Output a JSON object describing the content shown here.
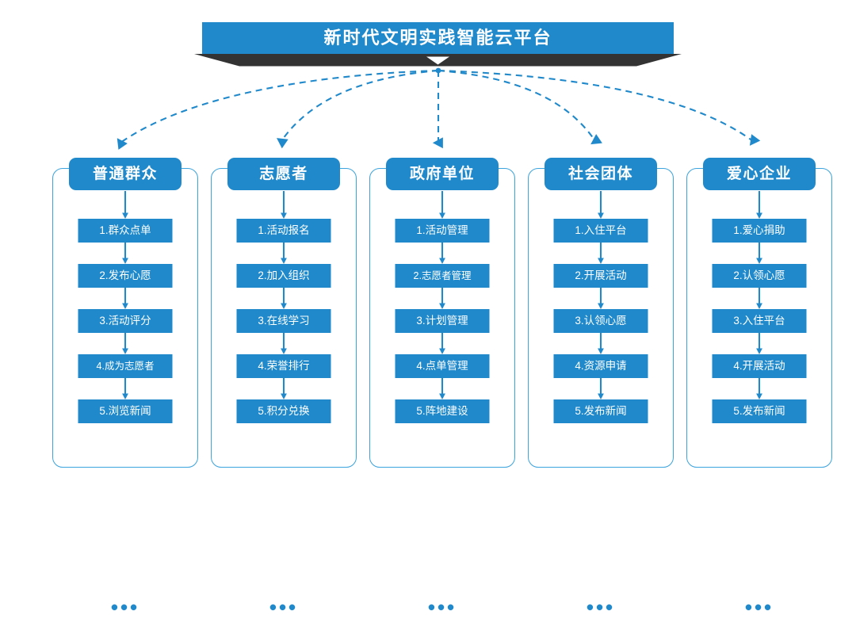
{
  "page": {
    "background_color": "#ffffff",
    "accent_color": "#1f89cb",
    "outline_color": "#3ba3dd",
    "ribbon_color": "#333333"
  },
  "banner": {
    "title": "新时代文明实践智能云平台",
    "chevron_icon": "chevron-down-icon"
  },
  "columns": [
    {
      "header": "普通群众",
      "ellipsis": "•••",
      "steps": [
        {
          "label": "1.群众点单"
        },
        {
          "label": "2.发布心愿"
        },
        {
          "label": "3.活动评分"
        },
        {
          "label": "4.成为志愿者"
        },
        {
          "label": "5.浏览新闻"
        }
      ]
    },
    {
      "header": "志愿者",
      "ellipsis": "•••",
      "steps": [
        {
          "label": "1.活动报名"
        },
        {
          "label": "2.加入组织"
        },
        {
          "label": "3.在线学习"
        },
        {
          "label": "4.荣誉排行"
        },
        {
          "label": "5.积分兑换"
        }
      ]
    },
    {
      "header": "政府单位",
      "ellipsis": "•••",
      "steps": [
        {
          "label": "1.活动管理"
        },
        {
          "label": "2.志愿者管理"
        },
        {
          "label": "3.计划管理"
        },
        {
          "label": "4.点单管理"
        },
        {
          "label": "5.阵地建设"
        }
      ]
    },
    {
      "header": "社会团体",
      "ellipsis": "•••",
      "steps": [
        {
          "label": "1.入住平台"
        },
        {
          "label": "2.开展活动"
        },
        {
          "label": "3.认领心愿"
        },
        {
          "label": "4.资源申请"
        },
        {
          "label": "5.发布新闻"
        }
      ]
    },
    {
      "header": "爱心企业",
      "ellipsis": "•••",
      "steps": [
        {
          "label": "1.爱心捐助"
        },
        {
          "label": "2.认领心愿"
        },
        {
          "label": "3.入住平台"
        },
        {
          "label": "4.开展活动"
        },
        {
          "label": "5.发布新闻"
        }
      ]
    }
  ]
}
